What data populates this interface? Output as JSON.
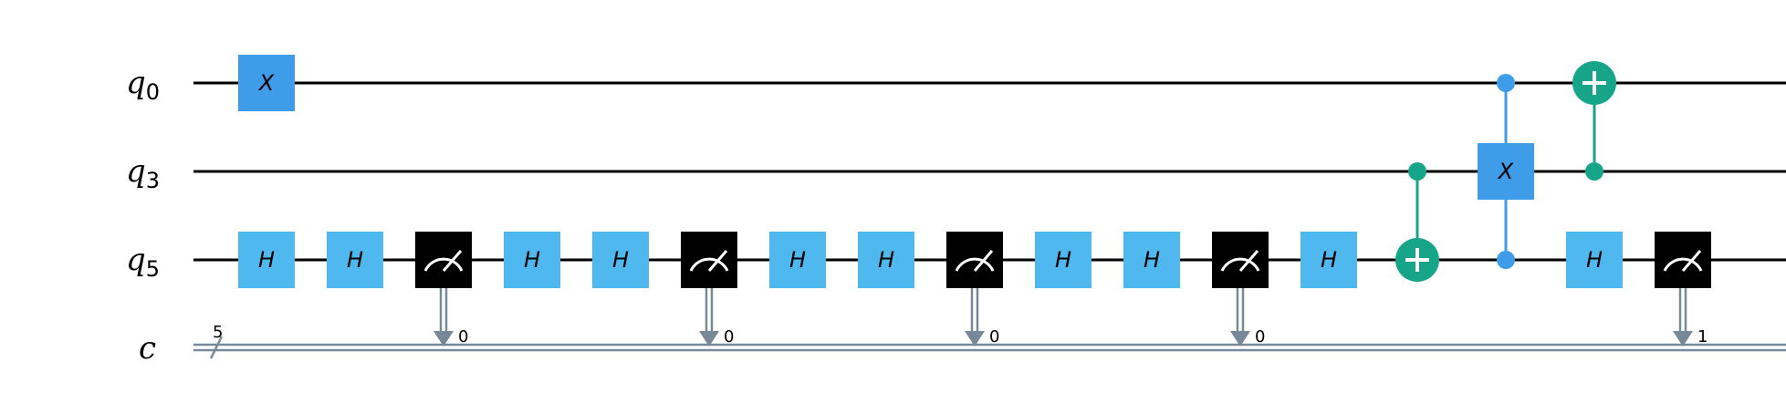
{
  "qubits": [
    {
      "name": "q",
      "index": "0"
    },
    {
      "name": "q",
      "index": "3"
    },
    {
      "name": "q",
      "index": "5"
    }
  ],
  "classical": {
    "name": "c",
    "size": "5"
  },
  "colors": {
    "x_gate": "#3f9ce8",
    "h_gate": "#4fb8ee",
    "measure": "#000000",
    "cx": "#16a589",
    "control_dot_x": "#3f9ce8",
    "classical_wire": "#778899",
    "wire": "#000000"
  },
  "gates": [
    {
      "type": "X",
      "qubit": 0,
      "col": 0,
      "label": "X"
    },
    {
      "type": "H",
      "qubit": 2,
      "col": 0,
      "label": "H"
    },
    {
      "type": "H",
      "qubit": 2,
      "col": 1,
      "label": "H"
    },
    {
      "type": "M",
      "qubit": 2,
      "col": 2,
      "cbit": "0"
    },
    {
      "type": "H",
      "qubit": 2,
      "col": 3,
      "label": "H"
    },
    {
      "type": "H",
      "qubit": 2,
      "col": 4,
      "label": "H"
    },
    {
      "type": "M",
      "qubit": 2,
      "col": 5,
      "cbit": "0"
    },
    {
      "type": "H",
      "qubit": 2,
      "col": 6,
      "label": "H"
    },
    {
      "type": "H",
      "qubit": 2,
      "col": 7,
      "label": "H"
    },
    {
      "type": "M",
      "qubit": 2,
      "col": 8,
      "cbit": "0"
    },
    {
      "type": "H",
      "qubit": 2,
      "col": 9,
      "label": "H"
    },
    {
      "type": "H",
      "qubit": 2,
      "col": 10,
      "label": "H"
    },
    {
      "type": "M",
      "qubit": 2,
      "col": 11,
      "cbit": "0"
    },
    {
      "type": "H",
      "qubit": 2,
      "col": 12,
      "label": "H"
    },
    {
      "type": "CX",
      "control": 1,
      "target": 2,
      "col": 13
    },
    {
      "type": "CTRLX",
      "controls": [
        0,
        2
      ],
      "target": 1,
      "col": 14,
      "label": "X"
    },
    {
      "type": "CX",
      "control": 1,
      "target": 0,
      "col": 15
    },
    {
      "type": "H",
      "qubit": 2,
      "col": 15,
      "label": "H"
    },
    {
      "type": "M",
      "qubit": 2,
      "col": 16,
      "cbit": "1"
    }
  ]
}
